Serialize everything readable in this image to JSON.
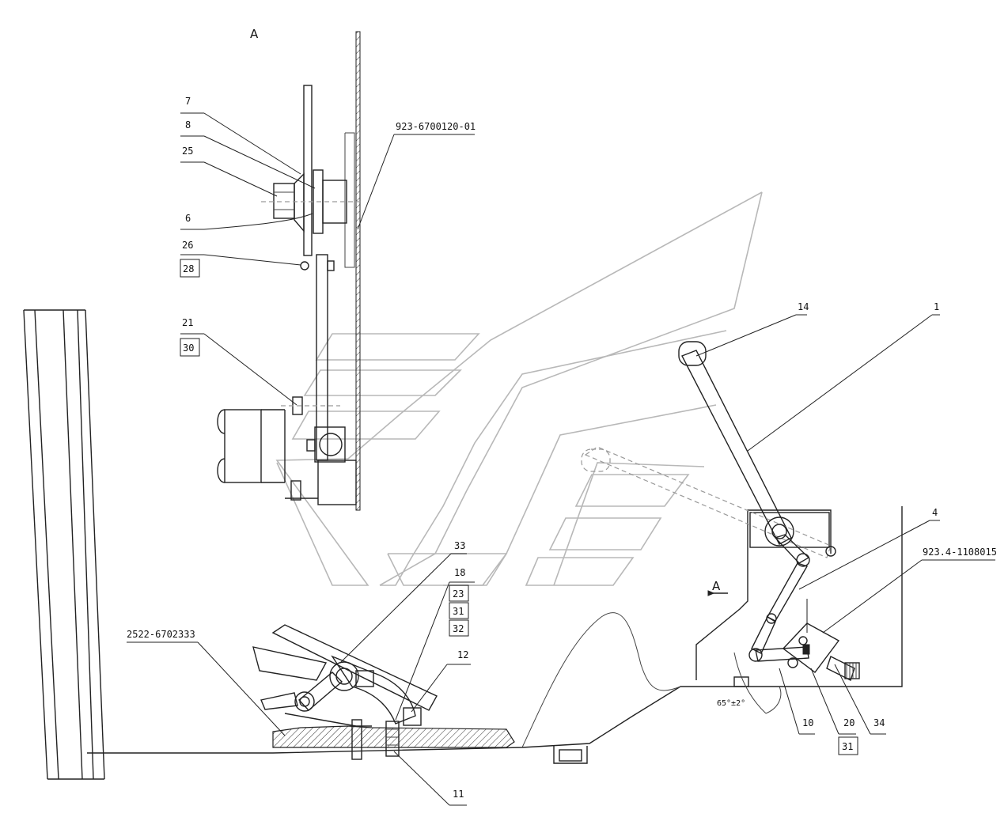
{
  "drawing": {
    "view_label_top": "A",
    "view_label_section": "A",
    "angle_dimension": "65°±2°"
  },
  "callouts": {
    "c7": "7",
    "c8": "8",
    "c25": "25",
    "c6": "6",
    "c26": "26",
    "c28": "28",
    "c21": "21",
    "c30": "30",
    "ref_assembly_top": "923-6700120-01",
    "c14": "14",
    "c1": "1",
    "c4": "4",
    "ref_assembly_right": "923.4-1108015",
    "c33": "33",
    "c18": "18",
    "c23": "23",
    "c31a": "31",
    "c32": "32",
    "ref_assembly_left": "2522-6702333",
    "c12": "12",
    "c11": "11",
    "c10": "10",
    "c20": "20",
    "c31b": "31",
    "c34": "34"
  }
}
